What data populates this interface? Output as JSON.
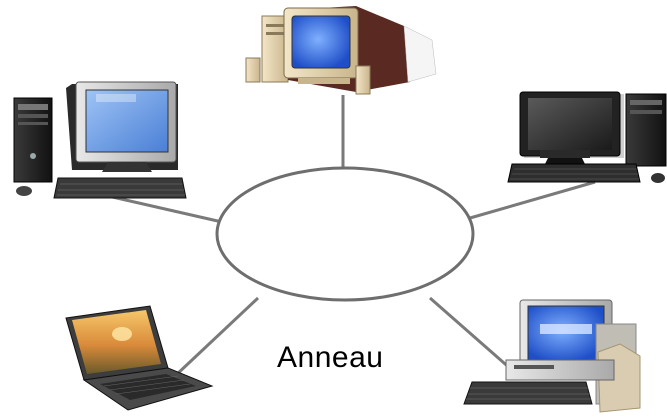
{
  "diagram": {
    "label": "Anneau",
    "topology": "ring",
    "nodes": [
      {
        "id": "top",
        "kind": "desktop-crt-computer"
      },
      {
        "id": "upper-left",
        "kind": "desktop-tower-computer"
      },
      {
        "id": "upper-right",
        "kind": "desktop-tower-computer"
      },
      {
        "id": "lower-left",
        "kind": "laptop-computer"
      },
      {
        "id": "lower-right",
        "kind": "desktop-computer"
      }
    ],
    "colors": {
      "ring_stroke": "#6e6e6e",
      "link_stroke": "#7a7a7a",
      "label": "#000000"
    }
  }
}
